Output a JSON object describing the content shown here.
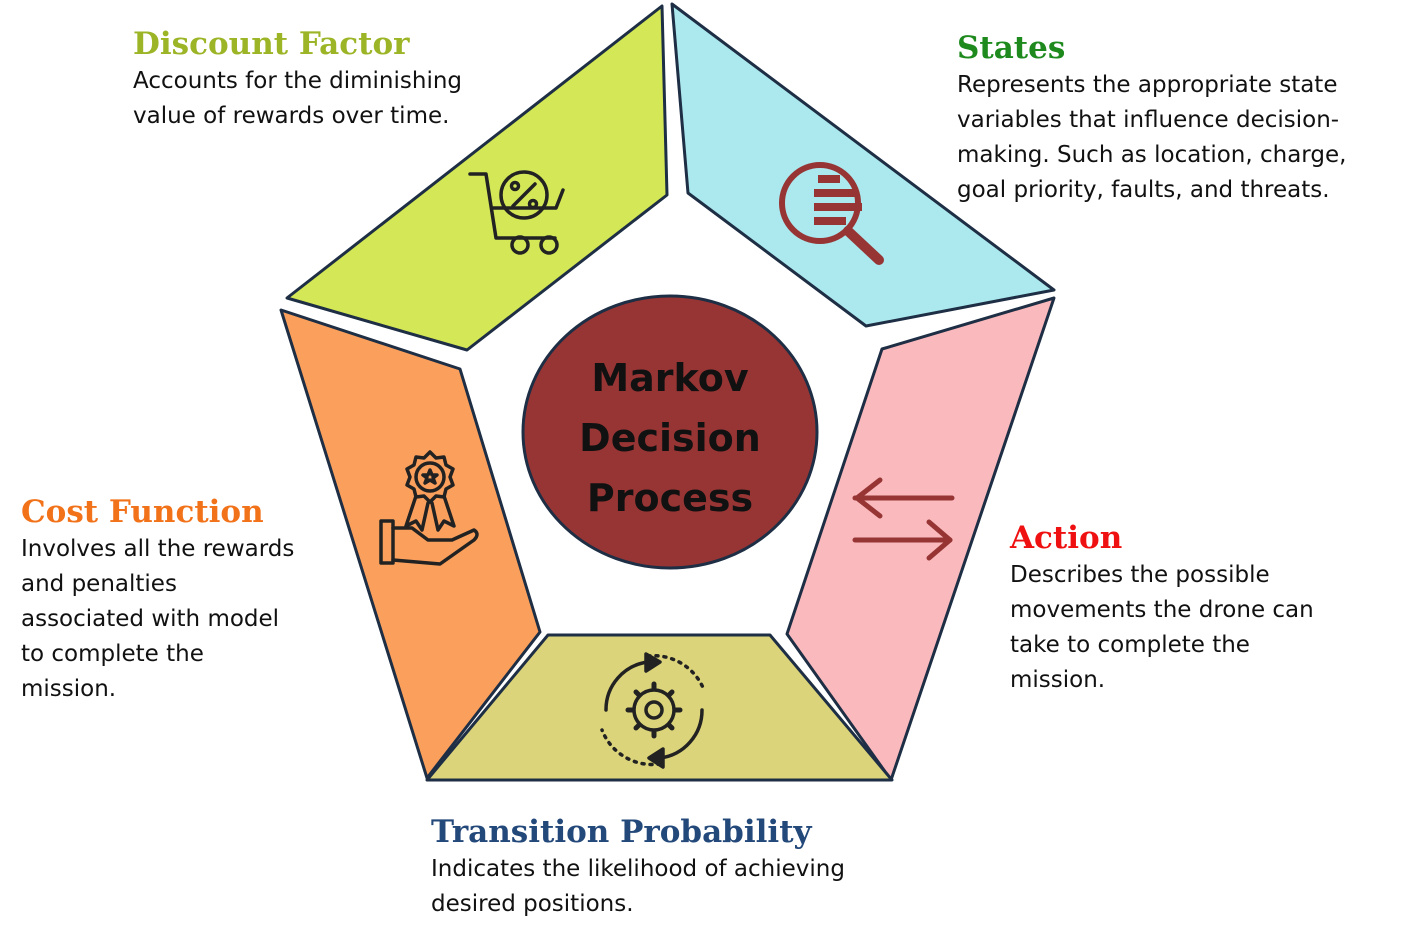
{
  "center": {
    "lines": [
      "Markov",
      "Decision",
      "Process"
    ],
    "fill": "#973535"
  },
  "segments": {
    "discount_factor": {
      "title": "Discount Factor",
      "lines": [
        "Accounts for the diminishing",
        "value of rewards over time."
      ],
      "fill": "#d4e857",
      "title_color": "#9bb526",
      "icon": "shopping-cart-percent-icon"
    },
    "states": {
      "title": "States",
      "lines": [
        "Represents the appropriate state",
        "variables that influence decision-",
        "making. Such as location, charge,",
        "goal priority, faults, and threats."
      ],
      "fill": "#abe9ee",
      "title_color": "#1e8a1e",
      "icon": "magnifier-list-icon"
    },
    "action": {
      "title": "Action",
      "lines": [
        "Describes the possible",
        "movements the drone can",
        "take to complete the",
        "mission."
      ],
      "fill": "#fab9bd",
      "title_color": "#ef1111",
      "icon": "swap-arrows-icon"
    },
    "transition_probability": {
      "title": "Transition Probability",
      "lines": [
        "Indicates the likelihood of achieving",
        "desired positions."
      ],
      "fill": "#dbd47a",
      "title_color": "#23487a",
      "icon": "gear-cycle-icon"
    },
    "cost_function": {
      "title": "Cost Function",
      "lines": [
        "Involves all the rewards",
        "and penalties",
        "associated with model",
        "to complete the",
        "mission."
      ],
      "fill": "#fba05c",
      "title_color": "#f2721a",
      "icon": "award-hand-icon"
    }
  },
  "colors": {
    "outline": "#1e2e44",
    "icon_dark": "#222222",
    "icon_red": "#973535"
  }
}
